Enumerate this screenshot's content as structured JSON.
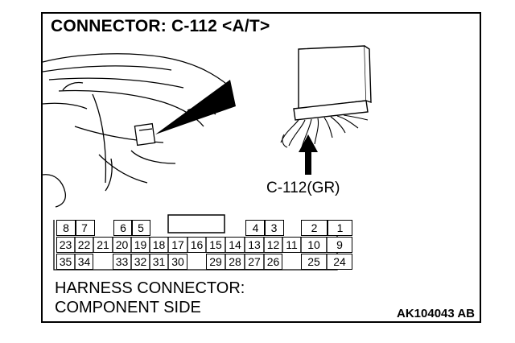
{
  "title": "CONNECTOR: C-112 <A/T>",
  "connector_label": "C-112(GR)",
  "harness_line1": "HARNESS CONNECTOR:",
  "harness_line2": "COMPONENT SIDE",
  "figure_code": "AK104043 AB",
  "pins": {
    "row1": [
      "8",
      "7",
      "6",
      "5",
      "4",
      "3",
      "2",
      "1"
    ],
    "row2": [
      "23",
      "22",
      "21",
      "20",
      "19",
      "18",
      "17",
      "16",
      "15",
      "14",
      "13",
      "12",
      "11",
      "10",
      "9"
    ],
    "row3": [
      "35",
      "34",
      "33",
      "32",
      "31",
      "30",
      "29",
      "28",
      "27",
      "26",
      "25",
      "24"
    ]
  }
}
